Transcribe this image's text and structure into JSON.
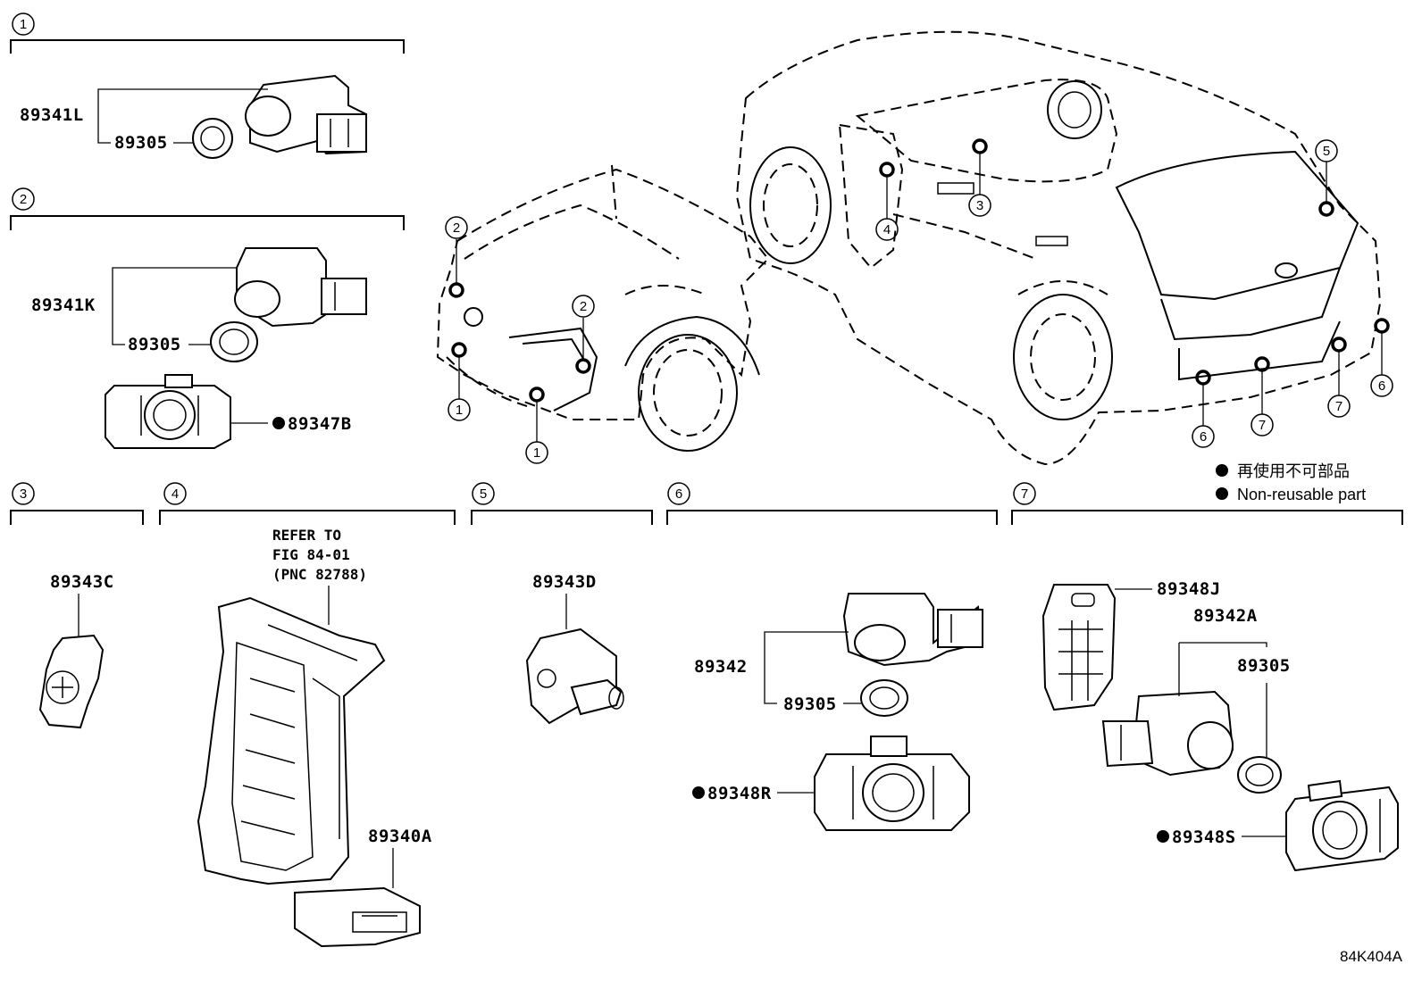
{
  "sections": [
    {
      "num": "1"
    },
    {
      "num": "2"
    },
    {
      "num": "3"
    },
    {
      "num": "4"
    },
    {
      "num": "5"
    },
    {
      "num": "6"
    },
    {
      "num": "7"
    }
  ],
  "parts": {
    "p89341L": "89341L",
    "p89305_s1": "89305",
    "p89341K": "89341K",
    "p89305_s2": "89305",
    "p89347B": "89347B",
    "p89343C": "89343C",
    "p89340A": "89340A",
    "p89343D": "89343D",
    "p89342": "89342",
    "p89305_s6": "89305",
    "p89348R": "89348R",
    "p89348J": "89348J",
    "p89342A": "89342A",
    "p89305_s7": "89305",
    "p89348S": "89348S"
  },
  "refer": {
    "line1": "REFER TO",
    "line2": "FIG 84-01",
    "line3": "(PNC 82788)"
  },
  "car_callouts": {
    "front_left_upper": "2",
    "front_center_upper": "2",
    "front_left_lower": "1",
    "front_center_lower": "1",
    "cabin_left": "4",
    "cabin_center": "3",
    "rear_glass": "5",
    "rear_left": "6",
    "rear_right": "6",
    "rear_center_left": "7",
    "rear_center_right": "7"
  },
  "legend": {
    "line1": "再使用不可部品",
    "line2": "Non-reusable part"
  },
  "figure_code": "84K404A"
}
